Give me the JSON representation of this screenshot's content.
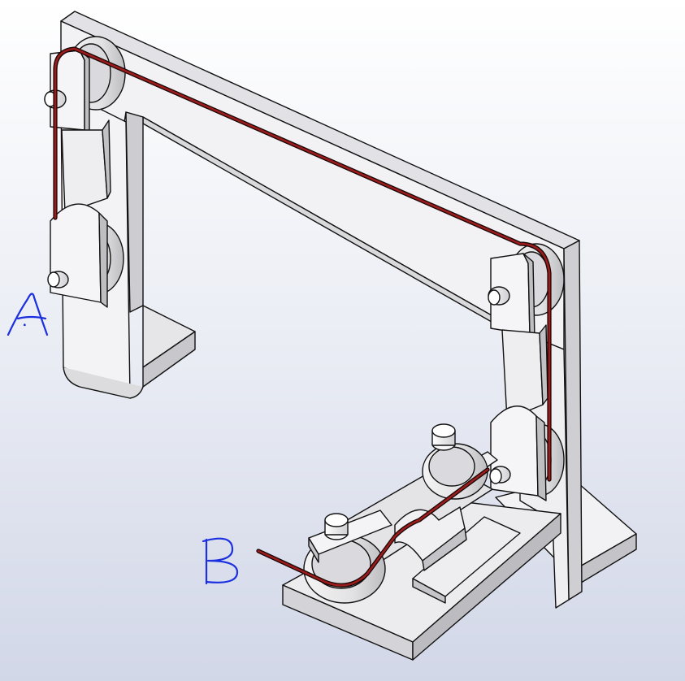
{
  "annotations": {
    "label_a": "A",
    "label_b": "B"
  },
  "colors": {
    "background_top": "#ffffff",
    "background_bottom": "#d4d9ea",
    "part_face": "#ececee",
    "part_light": "#f8f8f8",
    "part_shadow": "#b8b8bc",
    "part_dark": "#8e8e92",
    "edge": "#111111",
    "cable": "#8b1a1a",
    "ink": "#1b2fe0"
  },
  "icons": {
    "pulley": "pulley-wheel",
    "axle": "axle-pin"
  }
}
